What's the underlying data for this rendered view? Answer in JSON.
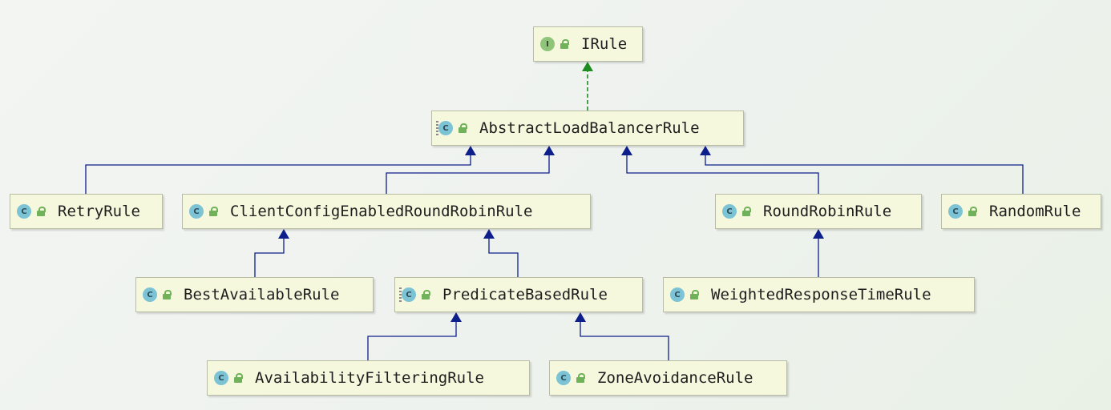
{
  "diagram": {
    "nodes": [
      {
        "id": "IRule",
        "label": "IRule",
        "kind": "interface",
        "kind_letter": "I",
        "lock_icon": "lock-open-icon"
      },
      {
        "id": "AbstractLoadBalancerRule",
        "label": "AbstractLoadBalancerRule",
        "kind": "abstract",
        "kind_letter": "C",
        "lock_icon": "lock-open-icon"
      },
      {
        "id": "RetryRule",
        "label": "RetryRule",
        "kind": "class",
        "kind_letter": "C",
        "lock_icon": "lock-open-icon"
      },
      {
        "id": "ClientConfigEnabledRoundRobinRule",
        "label": "ClientConfigEnabledRoundRobinRule",
        "kind": "class",
        "kind_letter": "C",
        "lock_icon": "lock-open-icon"
      },
      {
        "id": "RoundRobinRule",
        "label": "RoundRobinRule",
        "kind": "class",
        "kind_letter": "C",
        "lock_icon": "lock-open-icon"
      },
      {
        "id": "RandomRule",
        "label": "RandomRule",
        "kind": "class",
        "kind_letter": "C",
        "lock_icon": "lock-open-icon"
      },
      {
        "id": "BestAvailableRule",
        "label": "BestAvailableRule",
        "kind": "class",
        "kind_letter": "C",
        "lock_icon": "lock-open-icon"
      },
      {
        "id": "PredicateBasedRule",
        "label": "PredicateBasedRule",
        "kind": "abstract",
        "kind_letter": "C",
        "lock_icon": "lock-open-icon"
      },
      {
        "id": "WeightedResponseTimeRule",
        "label": "WeightedResponseTimeRule",
        "kind": "class",
        "kind_letter": "C",
        "lock_icon": "lock-open-icon"
      },
      {
        "id": "AvailabilityFilteringRule",
        "label": "AvailabilityFilteringRule",
        "kind": "class",
        "kind_letter": "C",
        "lock_icon": "lock-open-icon"
      },
      {
        "id": "ZoneAvoidanceRule",
        "label": "ZoneAvoidanceRule",
        "kind": "class",
        "kind_letter": "C",
        "lock_icon": "lock-open-icon"
      }
    ],
    "edges": [
      {
        "from": "AbstractLoadBalancerRule",
        "to": "IRule",
        "type": "implements"
      },
      {
        "from": "RetryRule",
        "to": "AbstractLoadBalancerRule",
        "type": "extends"
      },
      {
        "from": "ClientConfigEnabledRoundRobinRule",
        "to": "AbstractLoadBalancerRule",
        "type": "extends"
      },
      {
        "from": "RoundRobinRule",
        "to": "AbstractLoadBalancerRule",
        "type": "extends"
      },
      {
        "from": "RandomRule",
        "to": "AbstractLoadBalancerRule",
        "type": "extends"
      },
      {
        "from": "BestAvailableRule",
        "to": "ClientConfigEnabledRoundRobinRule",
        "type": "extends"
      },
      {
        "from": "PredicateBasedRule",
        "to": "ClientConfigEnabledRoundRobinRule",
        "type": "extends"
      },
      {
        "from": "WeightedResponseTimeRule",
        "to": "RoundRobinRule",
        "type": "extends"
      },
      {
        "from": "AvailabilityFilteringRule",
        "to": "PredicateBasedRule",
        "type": "extends"
      },
      {
        "from": "ZoneAvoidanceRule",
        "to": "PredicateBasedRule",
        "type": "extends"
      }
    ],
    "colors": {
      "extends_edge": "#0d1f8a",
      "implements_edge": "#1f8c1f",
      "node_fill": "#f5f8dd",
      "node_border": "#b9bca4"
    }
  }
}
